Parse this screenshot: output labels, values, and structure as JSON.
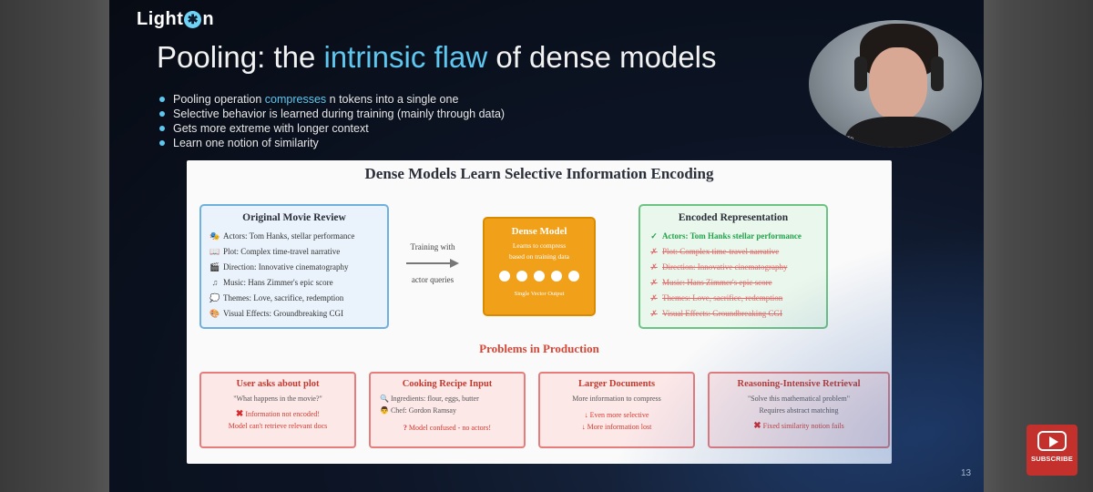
{
  "slide": {
    "logo": {
      "left": "Light",
      "right": "n"
    },
    "title": {
      "prefix": "Pooling: the ",
      "accent": "intrinsic flaw",
      "suffix": " of dense models"
    },
    "bullets": [
      {
        "prefix": "Pooling operation ",
        "accent": "compresses",
        "suffix": " n tokens into a single one"
      },
      {
        "text": "Selective behavior is learned during training (mainly through data)"
      },
      {
        "text": "Gets more extreme with longer context"
      },
      {
        "text": "Learn one notion of similarity"
      }
    ],
    "webcam_name": "Antoine Chaffin",
    "page_number": "13"
  },
  "figure": {
    "title": "Dense Models Learn Selective Information Encoding",
    "original": {
      "heading": "Original Movie Review",
      "items": [
        {
          "icon": "actor-icon",
          "glyph": "🎭",
          "text": "Actors: Tom Hanks, stellar performance"
        },
        {
          "icon": "book-icon",
          "glyph": "📖",
          "text": "Plot: Complex time-travel narrative"
        },
        {
          "icon": "clapper-icon",
          "glyph": "🎬",
          "text": "Direction: Innovative cinematography"
        },
        {
          "icon": "music-icon",
          "glyph": "♫",
          "text": "Music: Hans Zimmer's epic score"
        },
        {
          "icon": "speech-bubble-icon",
          "glyph": "💭",
          "text": "Themes: Love, sacrifice, redemption"
        },
        {
          "icon": "palette-icon",
          "glyph": "🎨",
          "text": "Visual Effects: Groundbreaking CGI"
        }
      ]
    },
    "arrow": {
      "line1": "Training with",
      "line2": "actor queries"
    },
    "model": {
      "heading": "Dense Model",
      "sub1": "Learns to compress",
      "sub2": "based on training data",
      "output": "Single Vector Output"
    },
    "encoded": {
      "heading": "Encoded Representation",
      "kept": {
        "glyph": "✓",
        "text": "Actors: Tom Hanks stellar performance"
      },
      "dropped_glyph": "✗",
      "dropped": [
        "Plot: Complex time-travel narrative",
        "Direction: Innovative cinematography",
        "Music: Hans Zimmer's epic score",
        "Themes: Love, sacrifice, redemption",
        "Visual Effects: Groundbreaking CGI"
      ]
    },
    "problems_title": "Problems in Production",
    "problems": [
      {
        "title": "User asks about plot",
        "quote": "\"What happens in the movie?\"",
        "fail": "Information not encoded!",
        "detail": "Model can't retrieve relevant docs"
      },
      {
        "title": "Cooking Recipe Input",
        "ingredients": "Ingredients: flour, eggs, butter",
        "chef": "Chef: Gordon Ramsay",
        "fail": "Model confused - no actors!"
      },
      {
        "title": "Larger Documents",
        "line1": "More information to compress",
        "line2": "↓ Even more selective",
        "line3": "↓ More information lost"
      },
      {
        "title": "Reasoning-Intensive Retrieval",
        "quote": "\"Solve this mathematical problem\"",
        "line2": "Requires abstract matching",
        "fail": "Fixed similarity notion fails"
      }
    ]
  },
  "subscribe": {
    "label": "SUBSCRIBE"
  },
  "colors": {
    "accent": "#5ec7ef",
    "orange": "#f0a019",
    "problem_red": "#d64535",
    "youtube_red": "#c4302b"
  }
}
